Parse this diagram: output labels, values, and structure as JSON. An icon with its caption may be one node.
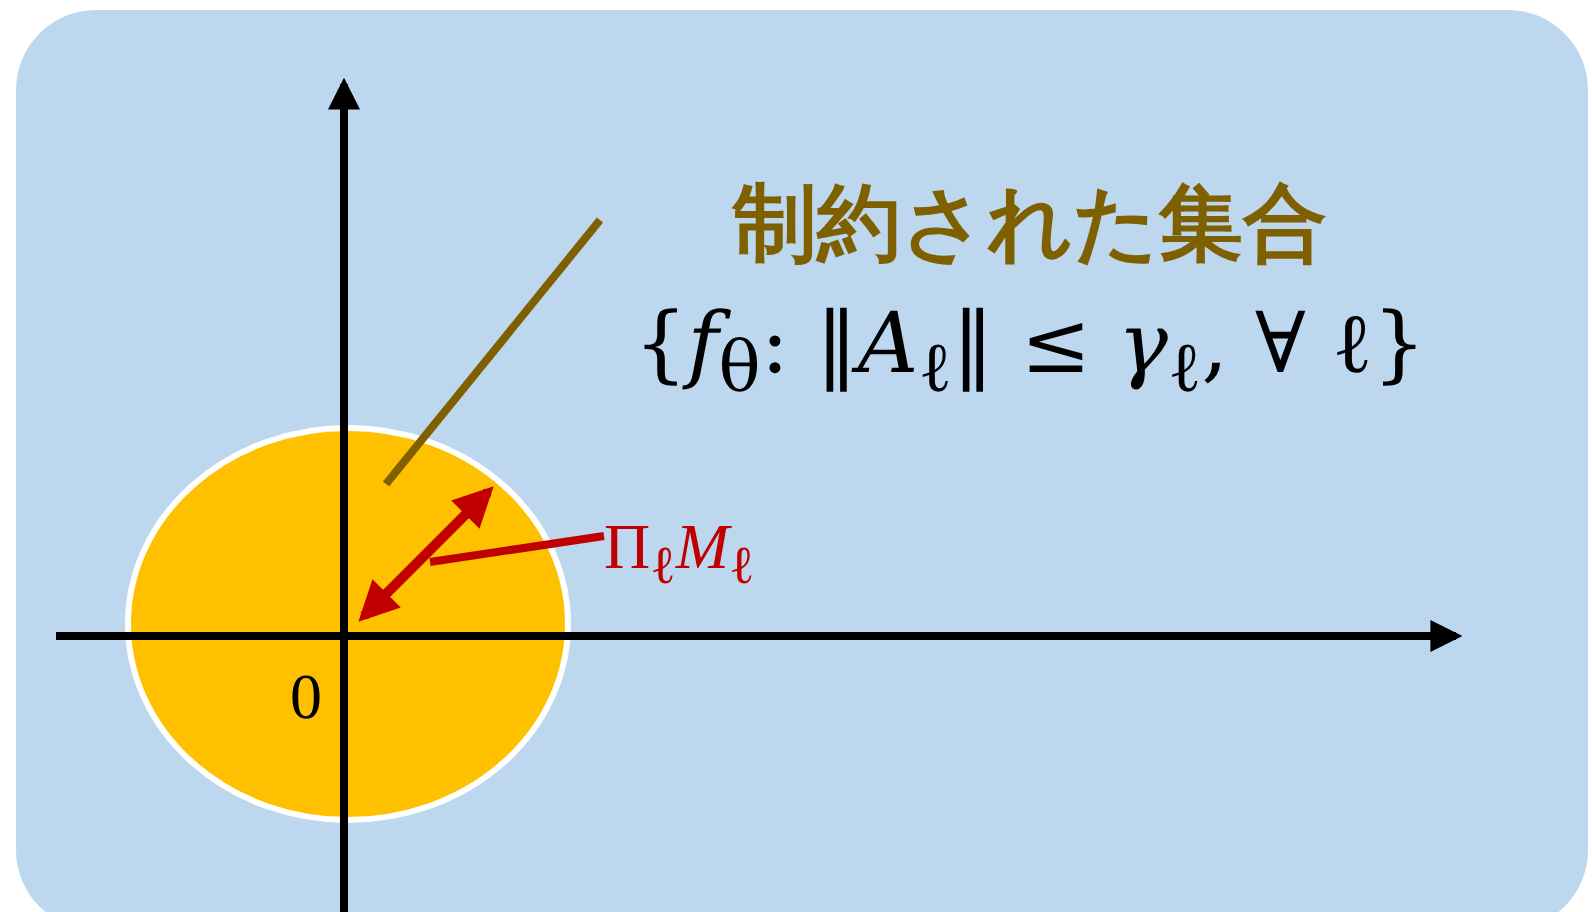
{
  "diagram": {
    "nodes": [
      {
        "text": [
          "制約された集合",
          "{*f*$_{θ}$: ‖*A*$_{ℓ}$‖ ≤ *γ*$_{ℓ}$, ∀ ℓ}"
        ]
      },
      {
        "text": [],
        "shape": "circle"
      },
      {
        "text": [
          "Π$_{ℓ}$*M*$_{ℓ}$"
        ]
      }
    ],
    "edges": [
      {
        "from": 0,
        "to": 1,
        "arrow": "none",
        "color": "#7f6000"
      },
      {
        "from": 2,
        "to": 1,
        "arrow": "none",
        "color": "#c00000"
      }
    ],
    "labels": [
      "0"
    ]
  }
}
